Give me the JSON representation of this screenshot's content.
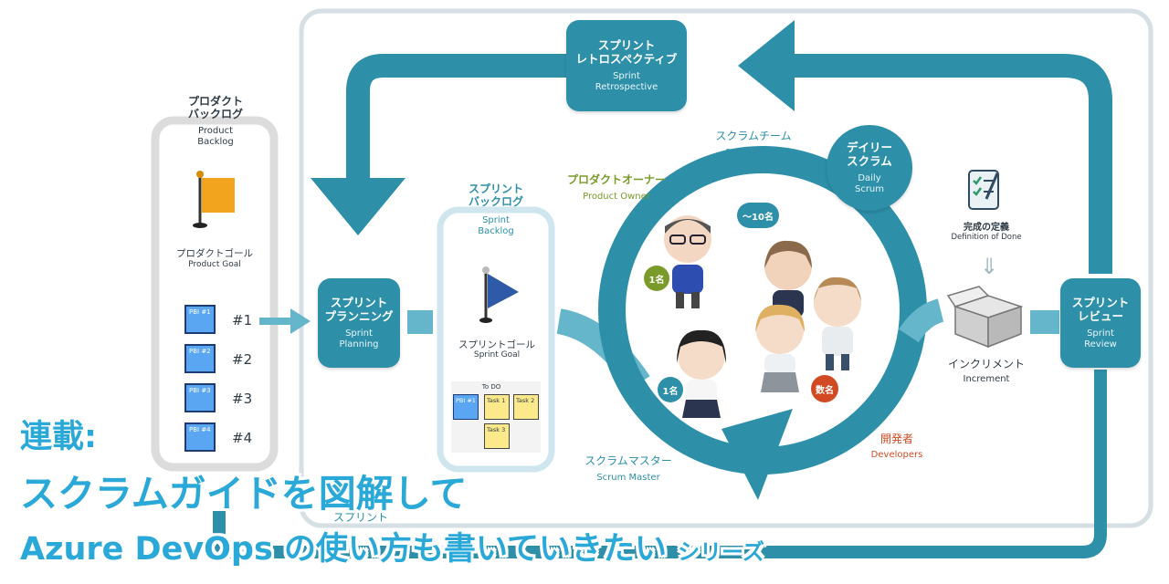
{
  "product_backlog": {
    "title_jp": "プロダクト\nバックログ",
    "title_en": "Product\nBacklog",
    "goal_jp": "プロダクトゴール",
    "goal_en": "Product Goal",
    "items": [
      {
        "tag": "PBI #1",
        "num": "#1"
      },
      {
        "tag": "PBI #2",
        "num": "#2"
      },
      {
        "tag": "PBI #3",
        "num": "#3"
      },
      {
        "tag": "PBI #4",
        "num": "#4"
      }
    ]
  },
  "events": {
    "retrospective": {
      "jp": "スプリント\nレトロスペクティブ",
      "en": "Sprint\nRetrospective"
    },
    "planning": {
      "jp": "スプリント\nプランニング",
      "en": "Sprint\nPlanning"
    },
    "review": {
      "jp": "スプリント\nレビュー",
      "en": "Sprint\nReview"
    },
    "daily": {
      "jp": "デイリー\nスクラム",
      "en": "Daily\nScrum"
    }
  },
  "sprint_backlog": {
    "title_jp": "スプリント\nバックログ",
    "title_en": "Sprint\nBacklog",
    "goal_jp": "スプリントゴール",
    "goal_en": "Sprint Goal",
    "todo": "To DO",
    "pbi": "PBI #1",
    "tasks": [
      "Task 1",
      "Task 2",
      "Task 3"
    ]
  },
  "team": {
    "jp": "スクラムチーム",
    "en": "Scrum Team",
    "po_jp": "プロダクトオーナー",
    "po_en": "Product Owner",
    "sm_jp": "スクラムマスター",
    "sm_en": "Scrum Master",
    "dev_jp": "開発者",
    "dev_en": "Developers",
    "size": "〜10名",
    "po_count": "1名",
    "sm_count": "1名",
    "dev_count": "数名"
  },
  "done": {
    "jp": "完成の定義",
    "en": "Definition of Done"
  },
  "increment": {
    "jp": "インクリメント",
    "en": "Increment"
  },
  "sprint_label": "スプリント",
  "headline": {
    "line1": "連載:",
    "line2": "スクラムガイドを図解して",
    "line3_main": "Azure DevOps の使い方も書いていきたい",
    "line3_small": "シリーズ"
  },
  "colors": {
    "teal": "#2d8fa8",
    "light_teal": "#66b6cb",
    "green": "#7a9a2a",
    "red": "#d14a24",
    "title": "#2aa8d8"
  }
}
